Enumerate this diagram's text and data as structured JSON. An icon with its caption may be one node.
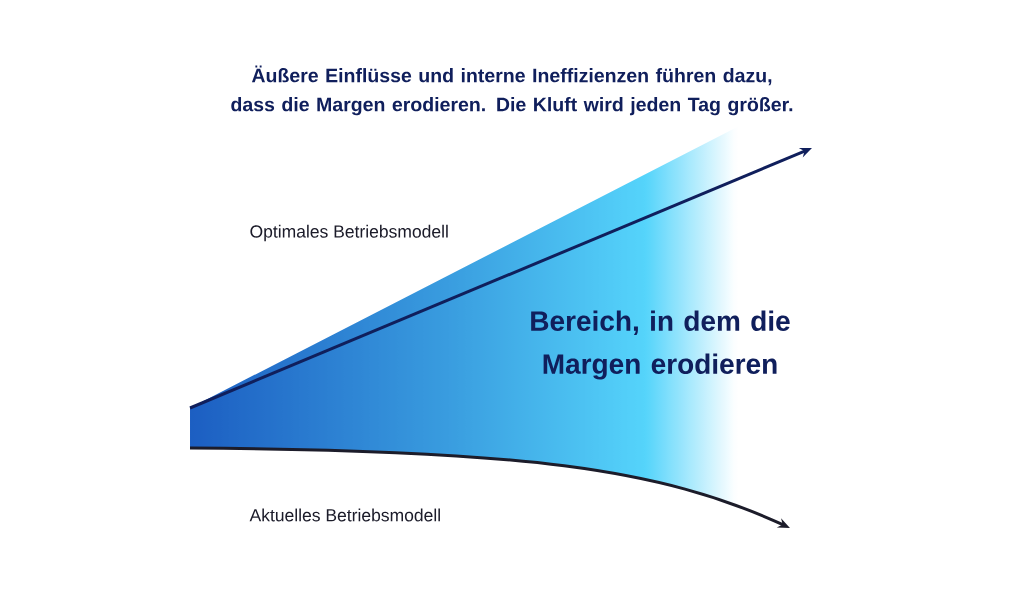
{
  "diagram": {
    "title": "Äußere Einflüsse und interne Ineffizienzen führen dazu, dass die Margen erodieren. Die Kluft wird jeden Tag größer.",
    "labels": [
      "Optimales Betriebsmodell",
      "Bereich, in dem die Margen erodieren",
      "Aktuelles Betriebsmodell"
    ]
  }
}
